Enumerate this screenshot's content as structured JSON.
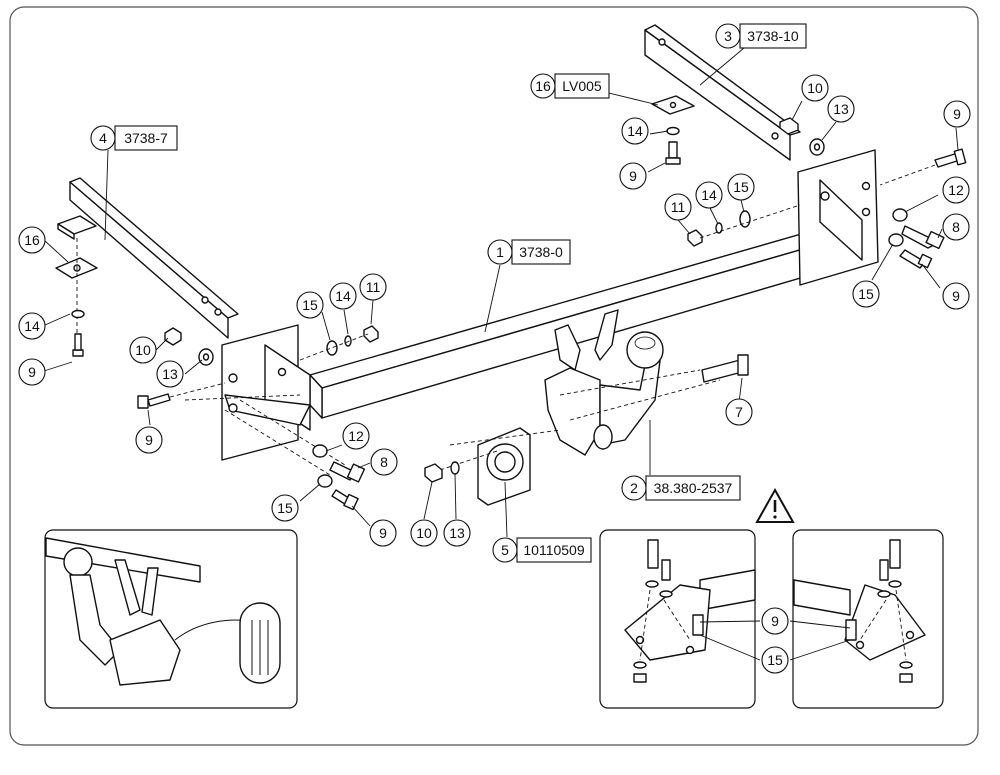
{
  "callouts": {
    "c1": "1",
    "c2": "2",
    "c3": "3",
    "c4": "4",
    "c5": "5",
    "c7": "7",
    "c8a": "8",
    "c8b": "8",
    "c9a": "9",
    "c9b": "9",
    "c9c": "9",
    "c9d": "9",
    "c9e": "9",
    "c9f": "9",
    "c9g": "9",
    "c10a": "10",
    "c10b": "10",
    "c10c": "10",
    "c11a": "11",
    "c11b": "11",
    "c12a": "12",
    "c12b": "12",
    "c13a": "13",
    "c13b": "13",
    "c13c": "13",
    "c14a": "14",
    "c14b": "14",
    "c14c": "14",
    "c14d": "14",
    "c15a": "15",
    "c15b": "15",
    "c15c": "15",
    "c15d": "15",
    "c15e": "15",
    "c16a": "16",
    "c16b": "16"
  },
  "part_codes": {
    "p1": "3738-0",
    "p2": "38.380-2537",
    "p3": "3738-10",
    "p4": "3738-7",
    "p5": "10110509",
    "p16": "LV005"
  },
  "icons": {
    "warning": "warning-triangle-icon"
  }
}
